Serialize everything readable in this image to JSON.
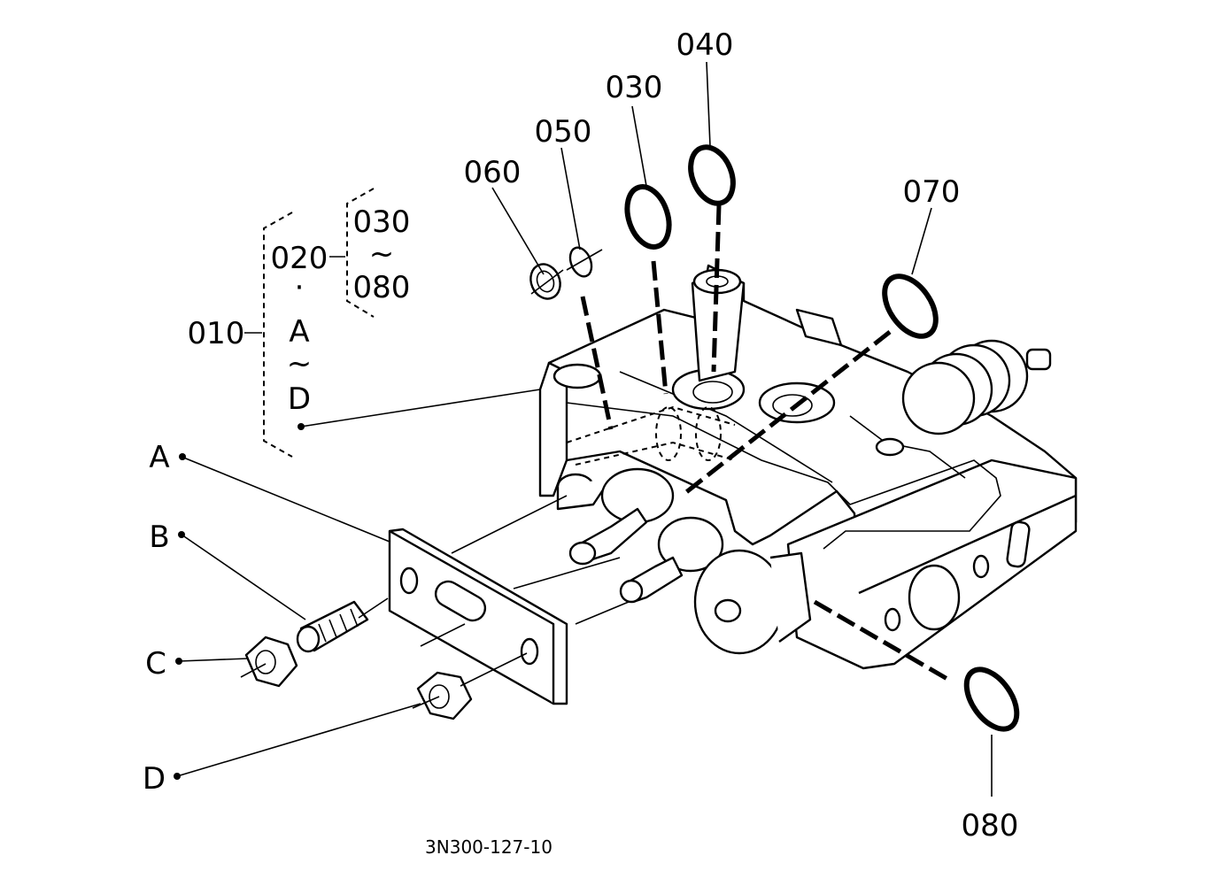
{
  "callouts": {
    "c010": "010",
    "c020": "020",
    "c030": "030",
    "c040": "040",
    "c050": "050",
    "c060": "060",
    "c070": "070",
    "c080": "080",
    "brace030": "030",
    "brace080": "080",
    "tilde1": "~",
    "tilde2": "~",
    "dot": "·",
    "braceA": "A",
    "braceD": "D",
    "A": "A",
    "B": "B",
    "C": "C",
    "D": "D"
  },
  "figure_code": "3N300-127-10"
}
